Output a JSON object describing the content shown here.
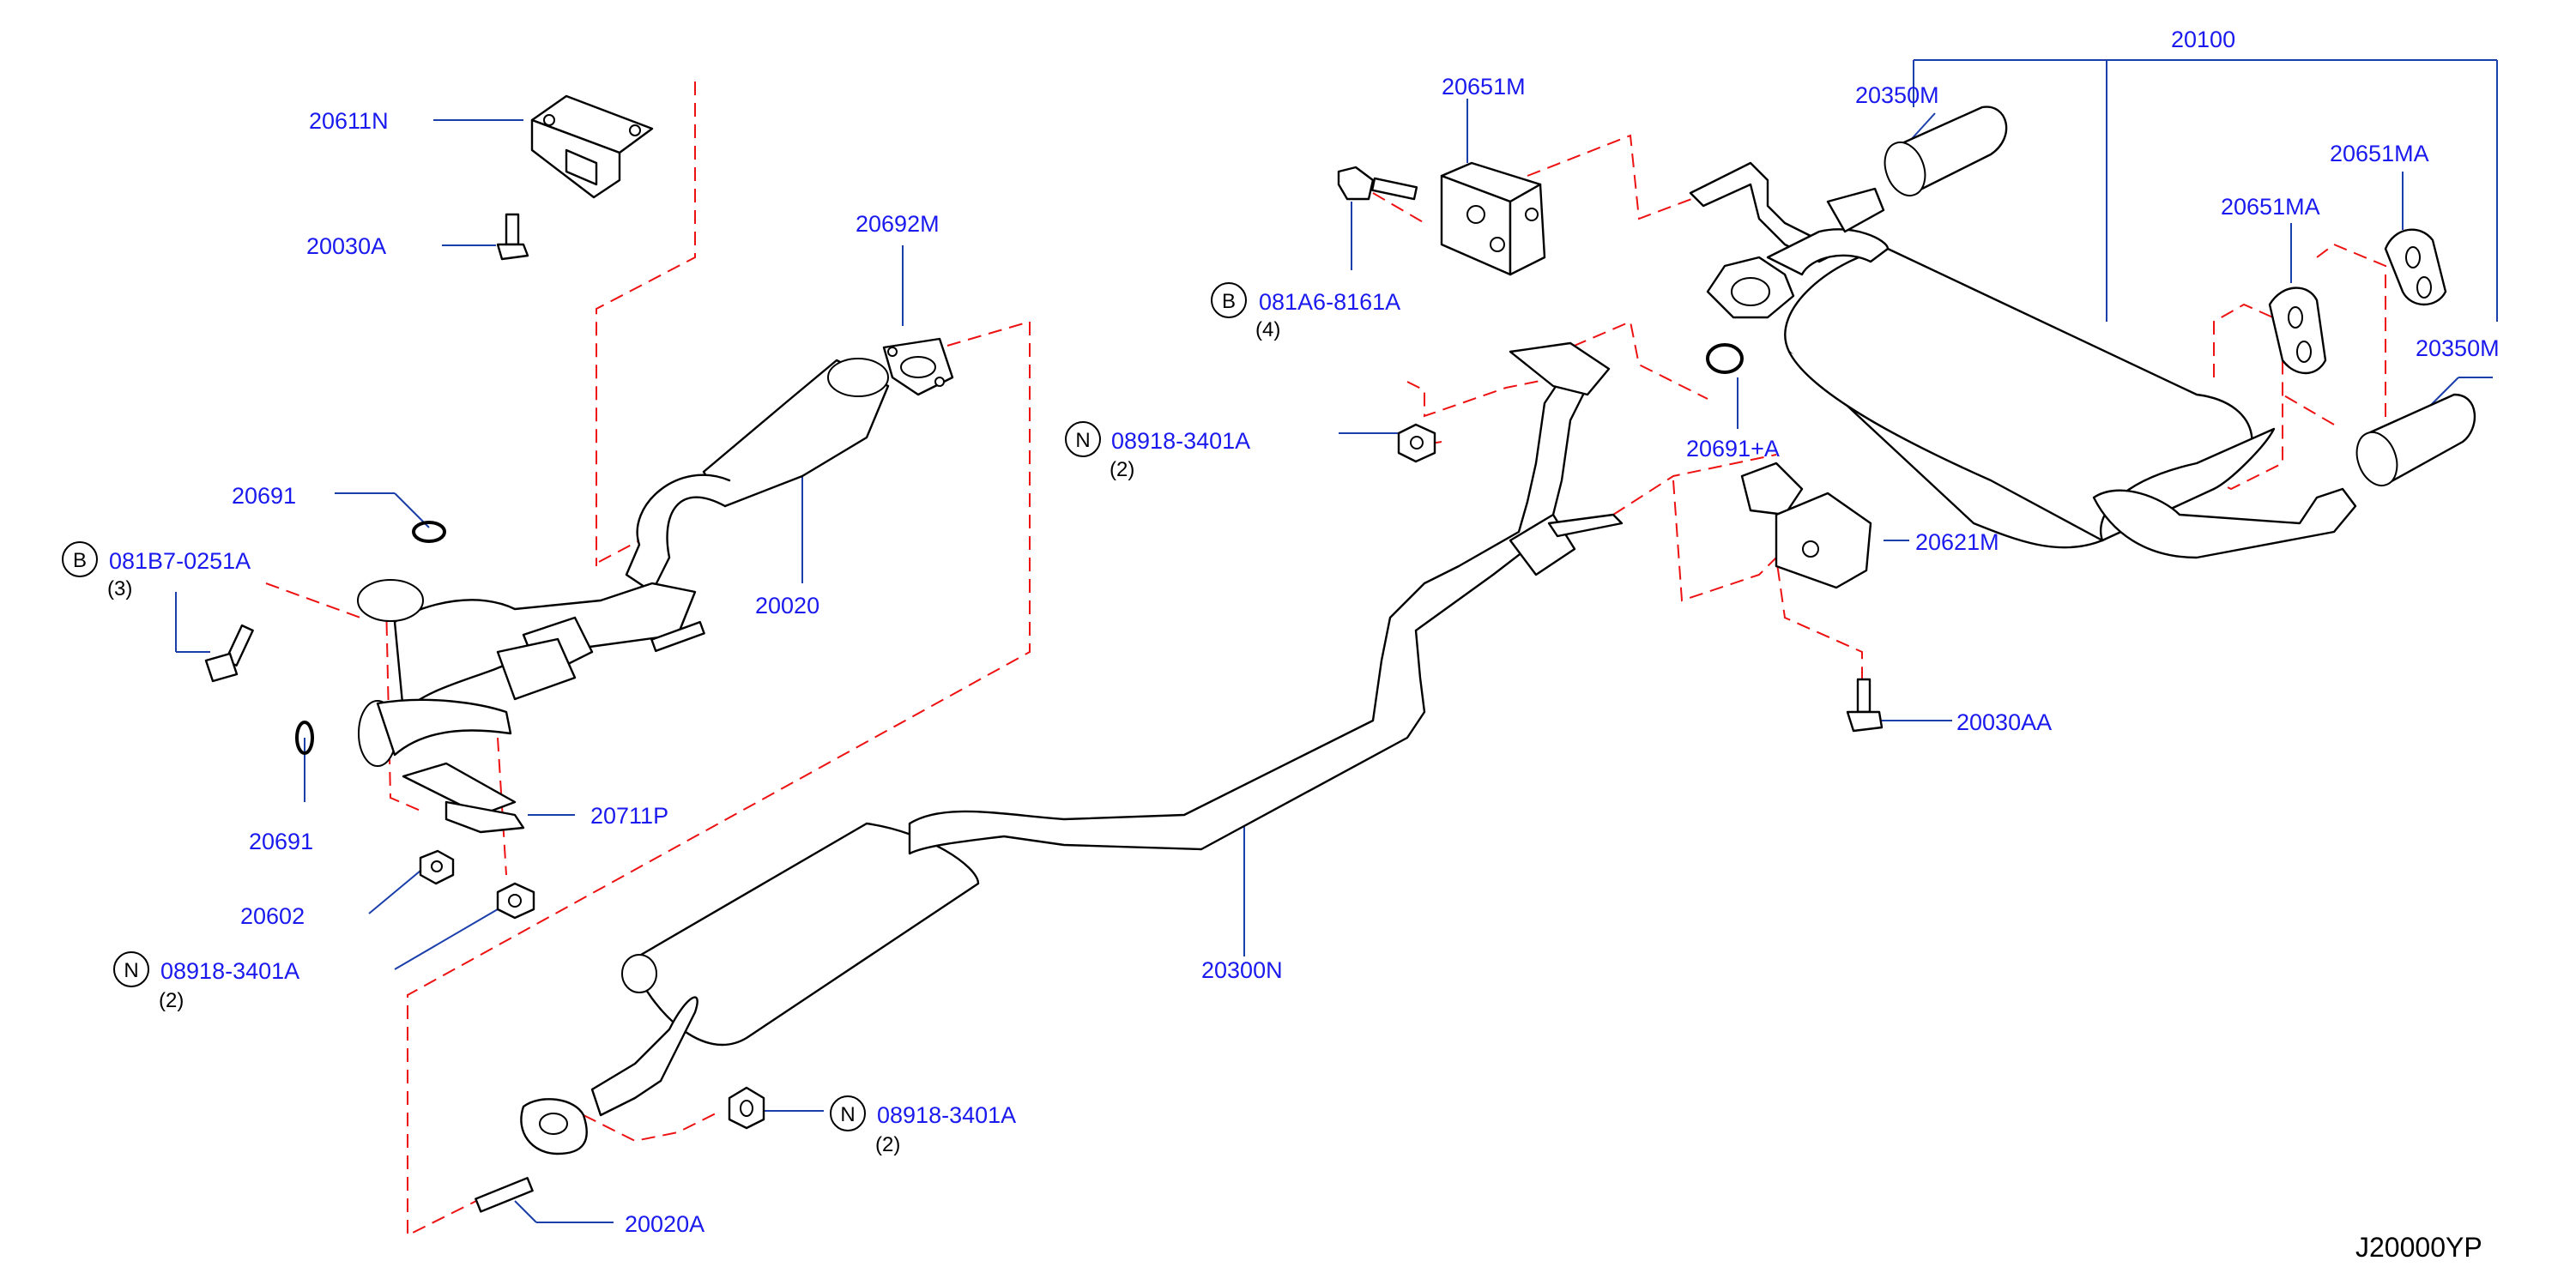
{
  "diagram_code": "J20000YP",
  "parts": {
    "p20611N": "20611N",
    "p20030A": "20030A",
    "p20692M": "20692M",
    "p20691_upper": "20691",
    "p081B7_prefix": "B",
    "p081B7": "081B7-0251A",
    "p081B7_qty": "(3)",
    "p20020": "20020",
    "p20691_lower": "20691",
    "p20711P": "20711P",
    "p20602": "20602",
    "p08918_left_prefix": "N",
    "p08918_left": "08918-3401A",
    "p08918_left_qty": "(2)",
    "p20300N": "20300N",
    "p08918_bottom_prefix": "N",
    "p08918_bottom": "08918-3401A",
    "p08918_bottom_qty": "(2)",
    "p20020A": "20020A",
    "p20651M": "20651M",
    "p081A6_prefix": "B",
    "p081A6": "081A6-8161A",
    "p081A6_qty": "(4)",
    "p08918_mid_prefix": "N",
    "p08918_mid": "08918-3401A",
    "p08918_mid_qty": "(2)",
    "p20100": "20100",
    "p20350M_upper": "20350M",
    "p20651MA_upper": "20651MA",
    "p20651MA_lower": "20651MA",
    "p20350M_right": "20350M",
    "p20691A": "20691+A",
    "p20621M": "20621M",
    "p20030AA": "20030AA"
  }
}
